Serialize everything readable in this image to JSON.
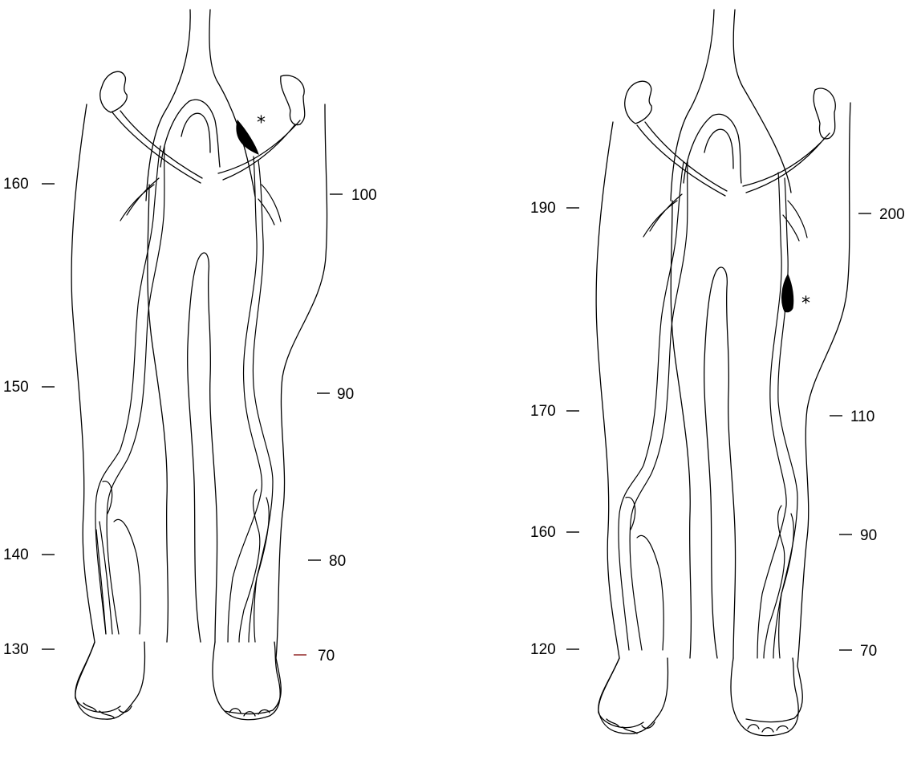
{
  "colors": {
    "ink": "#000000",
    "tick_default": "#000000",
    "tick_highlight": "#8b1a1a",
    "background": "#ffffff"
  },
  "marker_symbol": "*",
  "figures": [
    {
      "name": "left",
      "left_scale": [
        "160",
        "150",
        "140",
        "130"
      ],
      "right_scale": [
        "100",
        "90",
        "80",
        "70"
      ],
      "highlighted_tick": "70"
    },
    {
      "name": "right",
      "left_scale": [
        "190",
        "170",
        "160",
        "120"
      ],
      "right_scale": [
        "200",
        "110",
        "90",
        "70"
      ],
      "highlighted_tick": ""
    }
  ]
}
